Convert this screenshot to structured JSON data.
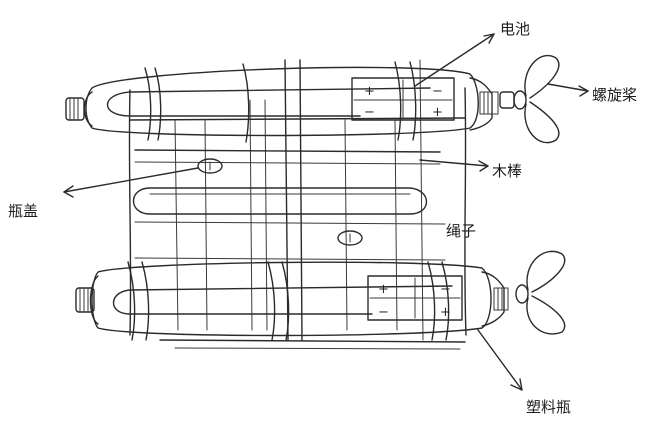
{
  "labels": {
    "battery": "电池",
    "propeller": "螺旋桨",
    "stick": "木棒",
    "cap": "瓶盖",
    "rope": "绳子",
    "bottle": "塑料瓶"
  },
  "signs": {
    "plus": "+",
    "minus": "−"
  }
}
